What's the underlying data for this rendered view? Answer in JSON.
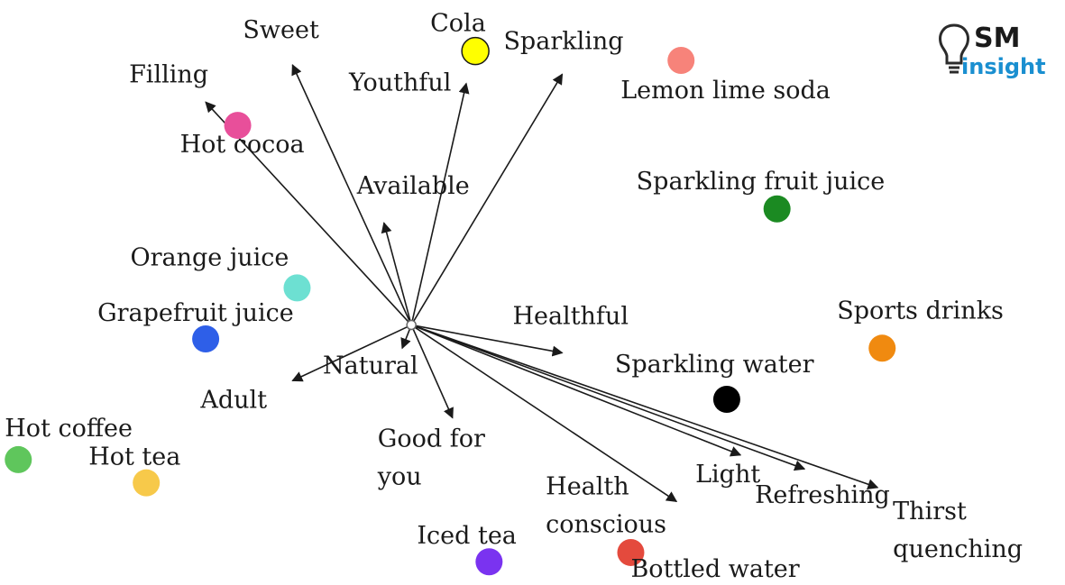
{
  "logo": {
    "main": "SM",
    "sub": "insight"
  },
  "chart_data": {
    "type": "scatter",
    "vectors": [
      {
        "label": "Sweet",
        "x": -2.6,
        "y": 5.6
      },
      {
        "label": "Filling",
        "x": -4.5,
        "y": 4.8
      },
      {
        "label": "Youthful",
        "x": 1.2,
        "y": 5.2
      },
      {
        "label": "Sparkling",
        "x": 3.3,
        "y": 5.4
      },
      {
        "label": "Available",
        "x": -0.6,
        "y": 2.2
      },
      {
        "label": "Healthful",
        "x": 3.3,
        "y": -0.6
      },
      {
        "label": "Adult",
        "x": -2.6,
        "y": -1.2
      },
      {
        "label": "Natural",
        "x": -0.2,
        "y": -0.5
      },
      {
        "label": "Good for you",
        "x": 0.9,
        "y": -2.0
      },
      {
        "label": "Health conscious",
        "x": 5.8,
        "y": -3.8
      },
      {
        "label": "Light",
        "x": 7.2,
        "y": -2.8
      },
      {
        "label": "Refreshing",
        "x": 8.6,
        "y": -3.1
      },
      {
        "label": "Thirst quenching",
        "x": 10.2,
        "y": -3.5
      }
    ],
    "points": [
      {
        "label": "Cola",
        "x": 1.4,
        "y": 5.9,
        "color": "#ffff00"
      },
      {
        "label": "Lemon lime soda",
        "x": 5.9,
        "y": 5.7,
        "color": "#f7837a"
      },
      {
        "label": "Hot cocoa",
        "x": -3.8,
        "y": 4.3,
        "color": "#e84f9a"
      },
      {
        "label": "Sparkling fruit juice",
        "x": 8.0,
        "y": 2.5,
        "color": "#1b8a22"
      },
      {
        "label": "Orange juice",
        "x": -2.5,
        "y": 0.8,
        "color": "#6de0d2"
      },
      {
        "label": "Grapefruit juice",
        "x": -4.5,
        "y": -0.3,
        "color": "#2e5fe8"
      },
      {
        "label": "Sports drinks",
        "x": 10.3,
        "y": -0.5,
        "color": "#f08a10"
      },
      {
        "label": "Sparkling water",
        "x": 6.9,
        "y": -1.6,
        "color": "#000000"
      },
      {
        "label": "Hot coffee",
        "x": -8.6,
        "y": -2.9,
        "color": "#5fc65c"
      },
      {
        "label": "Hot tea",
        "x": -5.8,
        "y": -3.4,
        "color": "#f7c94a"
      },
      {
        "label": "Iced tea",
        "x": 1.7,
        "y": -5.1,
        "color": "#7a33f0"
      },
      {
        "label": "Bottled water",
        "x": 4.8,
        "y": -4.9,
        "color": "#e44a3d"
      }
    ],
    "xlim": [
      -9.0,
      14.3
    ],
    "ylim": [
      -5.6,
      7.0
    ],
    "grid": false
  }
}
